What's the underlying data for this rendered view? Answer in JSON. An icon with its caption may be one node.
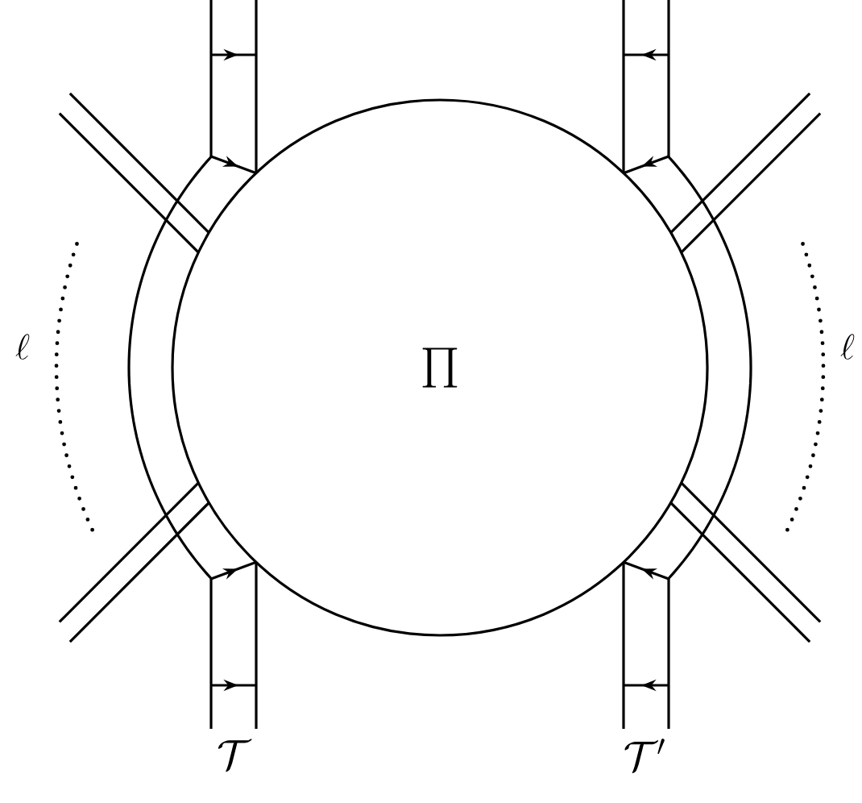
{
  "diagram": {
    "nodes": [
      {
        "text": [
          "\\Pi"
        ]
      }
    ],
    "labels": [
      "\\ell",
      "\\ell",
      "\\mathcal{T}",
      "\\mathcal{T}'"
    ]
  }
}
